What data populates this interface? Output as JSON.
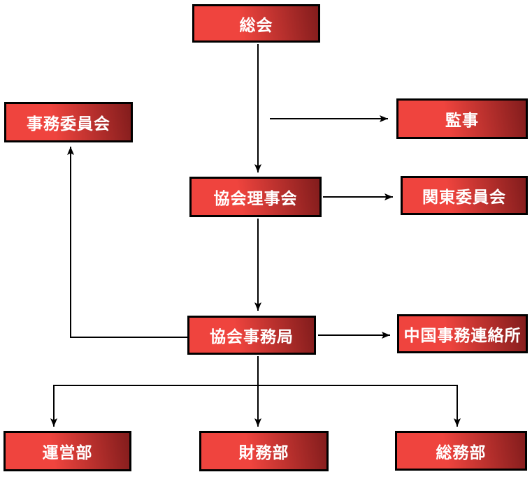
{
  "diagram": {
    "type": "org-chart",
    "nodes": [
      {
        "id": "general-assembly",
        "label": "総会"
      },
      {
        "id": "office-committee",
        "label": "事務委員会"
      },
      {
        "id": "auditors",
        "label": "監事"
      },
      {
        "id": "association-board",
        "label": "協会理事会"
      },
      {
        "id": "kanto-committee",
        "label": "関東委員会"
      },
      {
        "id": "association-secretariat",
        "label": "協会事務局"
      },
      {
        "id": "china-liaison-office",
        "label": "中国事務連絡所"
      },
      {
        "id": "operations-dept",
        "label": "運営部"
      },
      {
        "id": "finance-dept",
        "label": "財務部"
      },
      {
        "id": "general-affairs-dept",
        "label": "総務部"
      }
    ],
    "edges": [
      {
        "from": "総会",
        "to": "協会理事会",
        "shape": "straight-down-arrow"
      },
      {
        "from": "総会",
        "to": "監事",
        "shape": "right-arrow-branch"
      },
      {
        "from": "協会理事会",
        "to": "関東委員会",
        "shape": "right-arrow"
      },
      {
        "from": "協会理事会",
        "to": "協会事務局",
        "shape": "straight-down-arrow"
      },
      {
        "from": "協会事務局",
        "to": "中国事務連絡所",
        "shape": "right-arrow"
      },
      {
        "from": "協会事務局",
        "to": "事務委員会",
        "shape": "elbow-left-up-arrow"
      },
      {
        "from": "協会事務局",
        "to": "運営部",
        "shape": "tree-branch-down-arrow"
      },
      {
        "from": "協会事務局",
        "to": "財務部",
        "shape": "tree-branch-down-arrow"
      },
      {
        "from": "協会事務局",
        "to": "総務部",
        "shape": "tree-branch-down-arrow"
      }
    ],
    "colors": {
      "box_gradient_start": "#ef443e",
      "box_gradient_end": "#821c1c",
      "box_border": "#000000",
      "box_text": "#ffffff",
      "arrow": "#000000",
      "background": "#ffffff"
    }
  }
}
